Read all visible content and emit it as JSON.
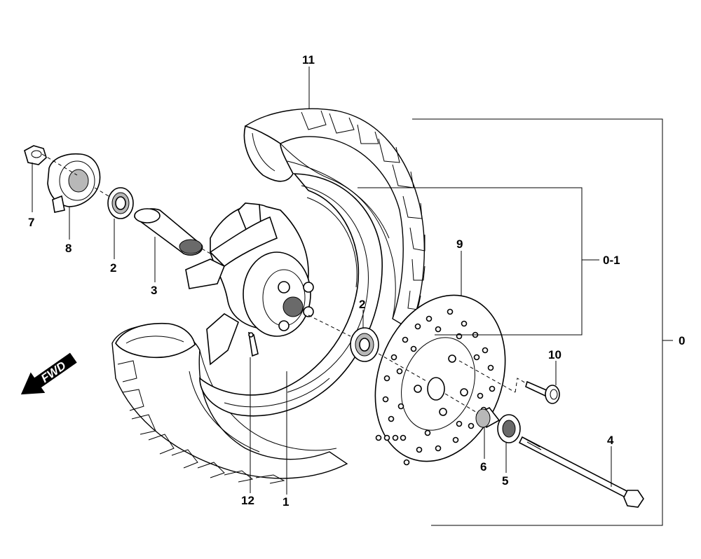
{
  "labels": {
    "p0": "0",
    "p0_1": "0-1",
    "p1": "1",
    "p2a": "2",
    "p2b": "2",
    "p3": "3",
    "p4": "4",
    "p5": "5",
    "p6": "6",
    "p7": "7",
    "p8": "8",
    "p9": "9",
    "p10": "10",
    "p11": "11",
    "p12": "12"
  },
  "direction": "FWD"
}
